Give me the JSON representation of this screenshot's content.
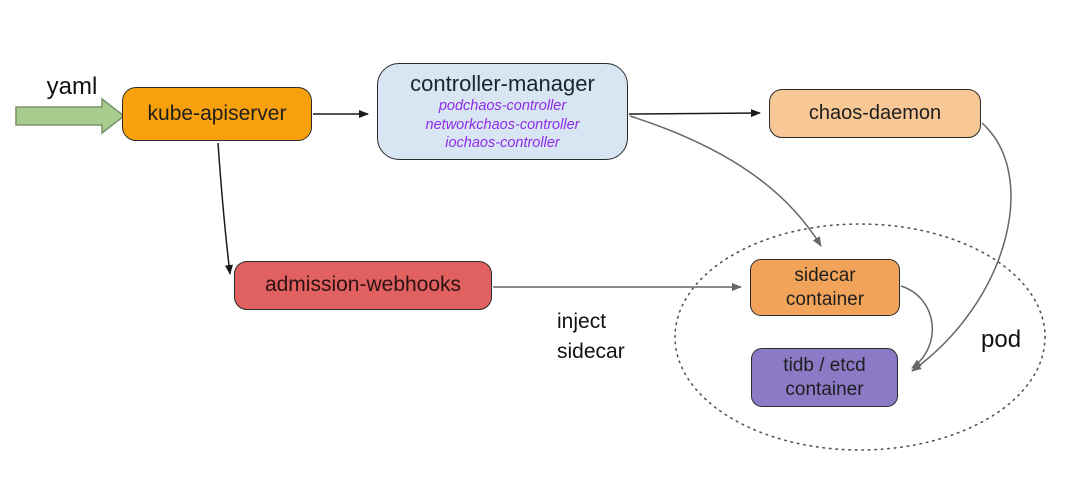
{
  "diagram": {
    "nodes": {
      "kube_apiserver": {
        "label": "kube-apiserver",
        "fill": "#F9A00D"
      },
      "controller_manager": {
        "label": "controller-manager",
        "fill": "#D8E5F3",
        "controllers": [
          "podchaos-controller",
          "networkchaos-controller",
          "iochaos-controller"
        ],
        "controllers_color": "#8F2BEA"
      },
      "chaos_daemon": {
        "label": "chaos-daemon",
        "fill": "#F7C896"
      },
      "admission_webhooks": {
        "label": "admission-webhooks",
        "fill": "#E06160"
      },
      "sidecar_container": {
        "label": "sidecar\ncontainer",
        "fill": "#F1A359"
      },
      "tidb_etcd_container": {
        "label": "tidb / etcd\ncontainer",
        "fill": "#8B7AC6"
      }
    },
    "annotations": {
      "yaml": "yaml",
      "inject_sidecar": "inject\nsidecar",
      "pod": "pod"
    },
    "colors": {
      "yaml_arrow_fill": "#A6CD8E",
      "yaml_arrow_border": "#7E936B",
      "arrow_dark": "#1A1A1A",
      "arrow_gray": "#666666",
      "pod_boundary": "#555555"
    }
  }
}
